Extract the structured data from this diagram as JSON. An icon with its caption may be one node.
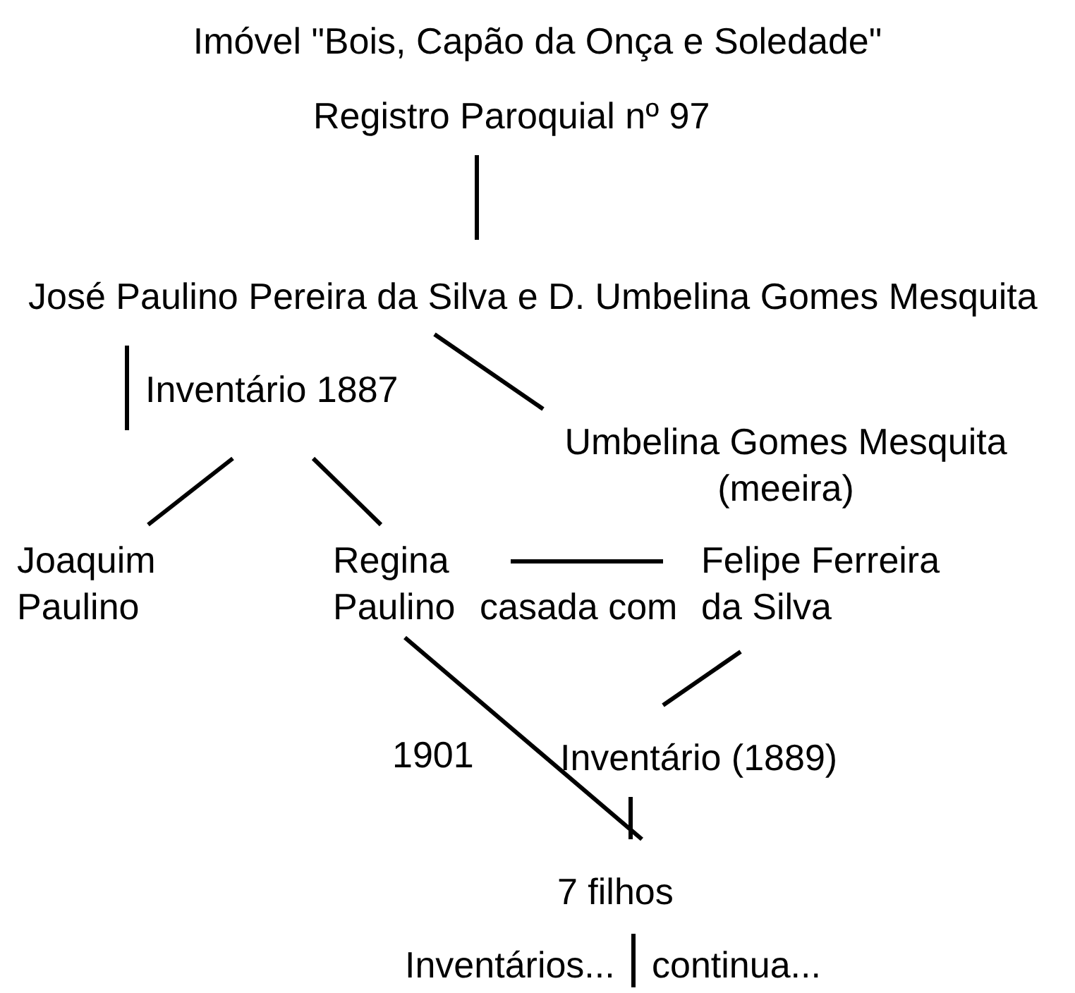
{
  "diagram": {
    "title": "Imóvel \"Bois, Capão da Onça e Soledade\"",
    "nodes": [
      {
        "text": [
          "Registro Paroquial nº 97"
        ]
      },
      {
        "text": [
          "José Paulino Pereira da Silva e D. Umbelina Gomes Mesquita"
        ]
      },
      {
        "text": [
          "Inventário 1887"
        ]
      },
      {
        "text": [
          "Umbelina Gomes Mesquita (meeira)"
        ]
      },
      {
        "text": [
          "Joaquim Paulino"
        ]
      },
      {
        "text": [
          "Regina Paulino"
        ]
      },
      {
        "text": [
          "Felipe Ferreira da Silva"
        ]
      },
      {
        "text": [
          "Inventário (1889)"
        ]
      },
      {
        "text": [
          "7 filhos"
        ]
      },
      {
        "text": [
          "Inventários..."
        ]
      },
      {
        "text": [
          "continua..."
        ]
      }
    ],
    "edges": [
      {
        "from": 0,
        "to": 1,
        "arrow": "none"
      },
      {
        "from": 1,
        "to": 2,
        "arrow": "none"
      },
      {
        "from": 1,
        "to": 3,
        "arrow": "none"
      },
      {
        "from": 2,
        "to": 4,
        "arrow": "none"
      },
      {
        "from": 2,
        "to": 5,
        "arrow": "none"
      },
      {
        "from": 5,
        "to": 6,
        "arrow": "none",
        "label": "casada com"
      },
      {
        "from": 6,
        "to": 7,
        "arrow": "none"
      },
      {
        "from": 5,
        "to": 8,
        "arrow": "none",
        "label": "1901"
      },
      {
        "from": 7,
        "to": 8,
        "arrow": "none"
      },
      {
        "from": 8,
        "to": 10,
        "arrow": "none"
      }
    ]
  }
}
